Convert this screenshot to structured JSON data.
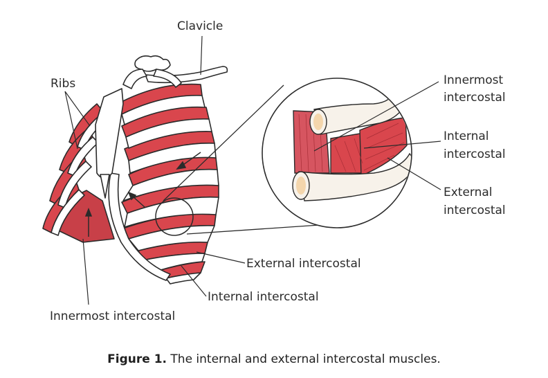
{
  "labels": {
    "clavicle": "Clavicle",
    "ribs": "Ribs",
    "innermost_intercostal_main": "Innermost intercostal",
    "external_intercostal_main": "External intercostal",
    "internal_intercostal_main": "Internal intercostal",
    "innermost_intercostal_inset_line1": "Innermost",
    "innermost_intercostal_inset_line2": "intercostal",
    "internal_intercostal_inset_line1": "Internal",
    "internal_intercostal_inset_line2": "intercostal",
    "external_intercostal_inset_line1": "External",
    "external_intercostal_inset_line2": "intercostal"
  },
  "caption": {
    "prefix": "Figure 1.",
    "text": " The internal and external intercostal muscles."
  },
  "colors": {
    "muscle": "#d9464d",
    "muscle_dark": "#b8323a",
    "bone": "#ffffff",
    "bone_inset": "#f7f2ea",
    "outline": "#2b2b2b"
  }
}
